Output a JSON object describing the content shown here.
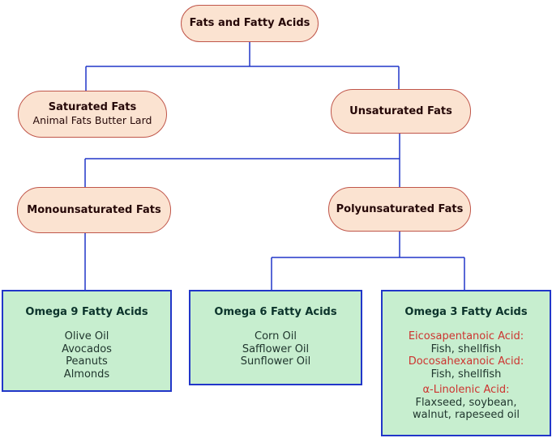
{
  "nodes": {
    "fats": {
      "label": "Fats and Fatty Acids"
    },
    "saturated": {
      "label": "Saturated Fats",
      "subtitle": "Animal Fats Butter Lard"
    },
    "unsaturated": {
      "label": "Unsaturated Fats"
    },
    "monounsaturated": {
      "label": "Monounsaturated Fats"
    },
    "polyunsaturated": {
      "label": "Polyunsaturated Fats"
    }
  },
  "boxes": {
    "omega9": {
      "title": "Omega 9 Fatty Acids",
      "items": [
        "Olive Oil",
        "Avocados",
        "Peanuts",
        "Almonds"
      ]
    },
    "omega6": {
      "title": "Omega 6 Fatty Acids",
      "items": [
        "Corn Oil",
        "Safflower Oil",
        "Sunflower Oil"
      ]
    },
    "omega3": {
      "title": "Omega 3 Fatty Acids",
      "lines": [
        {
          "text": "Eicosapentanoic Acid:",
          "emphasis": "red"
        },
        {
          "text": "Fish, shellfish",
          "emphasis": "plain"
        },
        {
          "text": "Docosahexanoic Acid:",
          "emphasis": "red"
        },
        {
          "text": "Fish, shellfish",
          "emphasis": "plain"
        },
        {
          "text": "α-Linolenic Acid:",
          "emphasis": "red"
        },
        {
          "text": "Flaxseed, soybean,",
          "emphasis": "plain"
        },
        {
          "text": "walnut, rapeseed oil",
          "emphasis": "plain"
        }
      ]
    }
  },
  "colors": {
    "pill_fill": "#fbe3d1",
    "pill_border": "#c0564a",
    "connector_blue": "#2136c9",
    "box_fill": "#c7eecf",
    "box_border": "#2136c9",
    "box_title_text": "#0b332b",
    "box_item_text": "#20362e",
    "red_label_text": "#cd3430",
    "node_text": "#260808"
  }
}
